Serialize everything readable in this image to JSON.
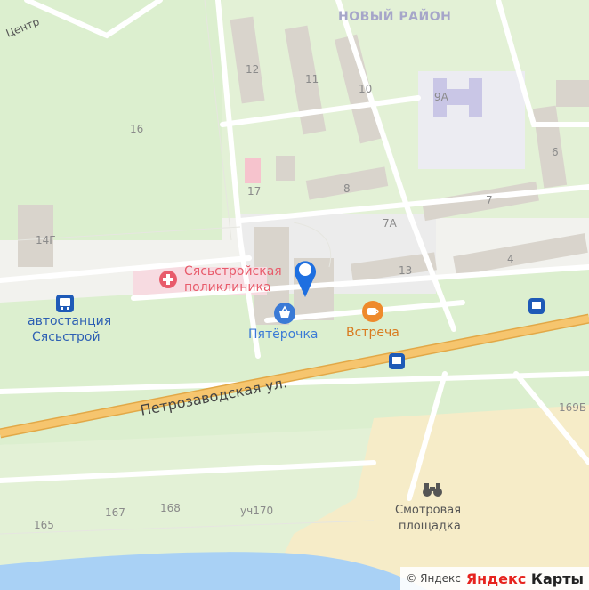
{
  "map": {
    "district_label": "НОВЫЙ РАЙОН",
    "corner_label": "Центр",
    "street_name": "Петрозаводская ул.",
    "house_numbers": [
      "12",
      "11",
      "10",
      "9А",
      "16",
      "6",
      "17",
      "8",
      "7",
      "7А",
      "14Г",
      "13",
      "4",
      "169Б",
      "165",
      "167",
      "168",
      "уч170"
    ],
    "pois": {
      "clinic": [
        "Сясьстройская",
        "поликлиника"
      ],
      "shop": "Пятёрочка",
      "cafe": "Встреча",
      "bus_station": [
        "автостанция",
        "Сясьстрой"
      ],
      "viewpoint": [
        "Смотровая",
        "площадка"
      ]
    },
    "colors": {
      "green": "#dcefcf",
      "road_main": "#f6c56e",
      "water": "#a9d1f5",
      "sand": "#f6ecc8",
      "pin": "#1e6fe0"
    },
    "icons": [
      "map-pin-icon",
      "cross-icon",
      "basket-icon",
      "cup-icon",
      "bus-icon",
      "binoculars-icon"
    ]
  },
  "attribution": {
    "copyright": "© Яндекс",
    "logo_first": "Яндекс",
    "logo_second": " Карты"
  }
}
